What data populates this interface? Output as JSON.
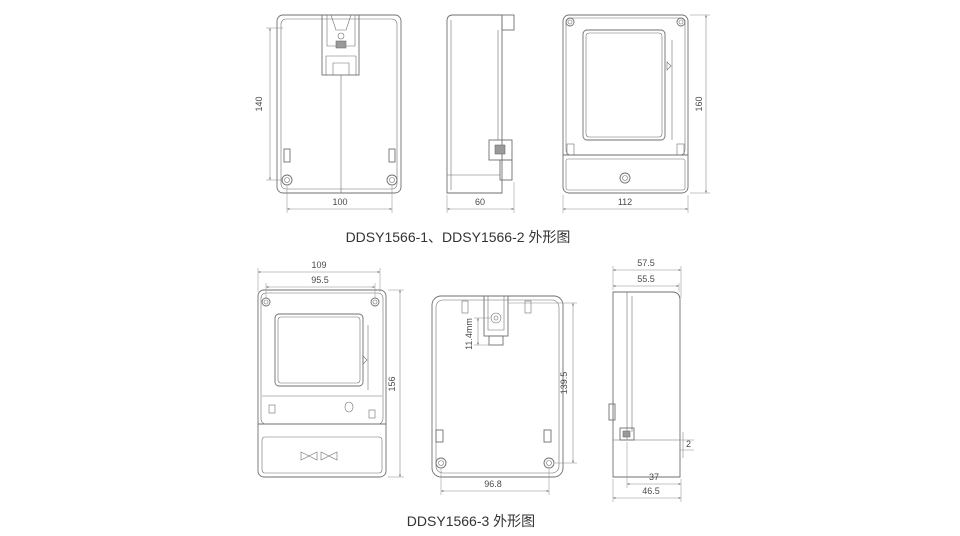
{
  "top_row": {
    "back_view": {
      "height_dim": "140",
      "width_dim": "100"
    },
    "side_view": {
      "depth_dim": "60"
    },
    "front_view": {
      "width_dim": "112",
      "height_dim": "160"
    },
    "caption": "DDSY1566-1、DDSY1566-2 外形图"
  },
  "bottom_row": {
    "front_view": {
      "overall_width_dim": "109",
      "mount_width_dim": "95.5",
      "height_dim": "156"
    },
    "back_view": {
      "hook_dim": "11.4mm",
      "mount_height_dim": "139.5",
      "mount_width_dim": "96.8"
    },
    "side_view": {
      "top_depth_dim": "57.5",
      "inner_depth_dim": "55.5",
      "offset_dim": "2",
      "base_depth_dim": "37",
      "overall_depth_dim": "46.5"
    },
    "caption": "DDSY1566-3 外形图"
  },
  "colors": {
    "line": "#6f6f6f",
    "dimension": "#8a8a8a",
    "text": "#4a4a4a",
    "caption": "#333333"
  }
}
